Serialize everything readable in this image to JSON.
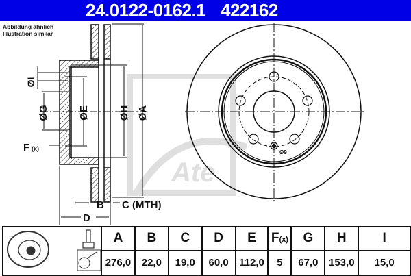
{
  "header": {
    "part_number": "24.0122-0162.1",
    "reference": "422162",
    "background_color": "#0000e6"
  },
  "note": {
    "line1": "Abbildung ähnlich",
    "line2": "Illustration similar"
  },
  "drawing": {
    "labels": {
      "dim_I": "ØI",
      "dim_G": "ØG",
      "dim_E": "ØE",
      "dim_H": "ØH",
      "dim_A": "ØA",
      "dim_F": "F",
      "dim_F_sub": "(x)",
      "dim_B": "B",
      "dim_C": "C (MTH)",
      "dim_D": "D",
      "hole_dia": "Ø9"
    },
    "watermark": "Ate",
    "bolt_holes": 5
  },
  "table": {
    "icons": [
      "brake-disc-icon",
      "bolt-icon",
      "lubricant-icon"
    ],
    "columns": [
      {
        "key": "A",
        "label": "A",
        "value": "276,0"
      },
      {
        "key": "B",
        "label": "B",
        "value": "22,0"
      },
      {
        "key": "C",
        "label": "C",
        "value": "19,0"
      },
      {
        "key": "D",
        "label": "D",
        "value": "60,0"
      },
      {
        "key": "E",
        "label": "E",
        "value": "112,0"
      },
      {
        "key": "F",
        "label": "F",
        "label_sub": "(x)",
        "value": "5"
      },
      {
        "key": "G",
        "label": "G",
        "value": "67,0"
      },
      {
        "key": "H",
        "label": "H",
        "value": "153,0"
      },
      {
        "key": "I",
        "label": "I",
        "value": "15,0"
      }
    ]
  }
}
